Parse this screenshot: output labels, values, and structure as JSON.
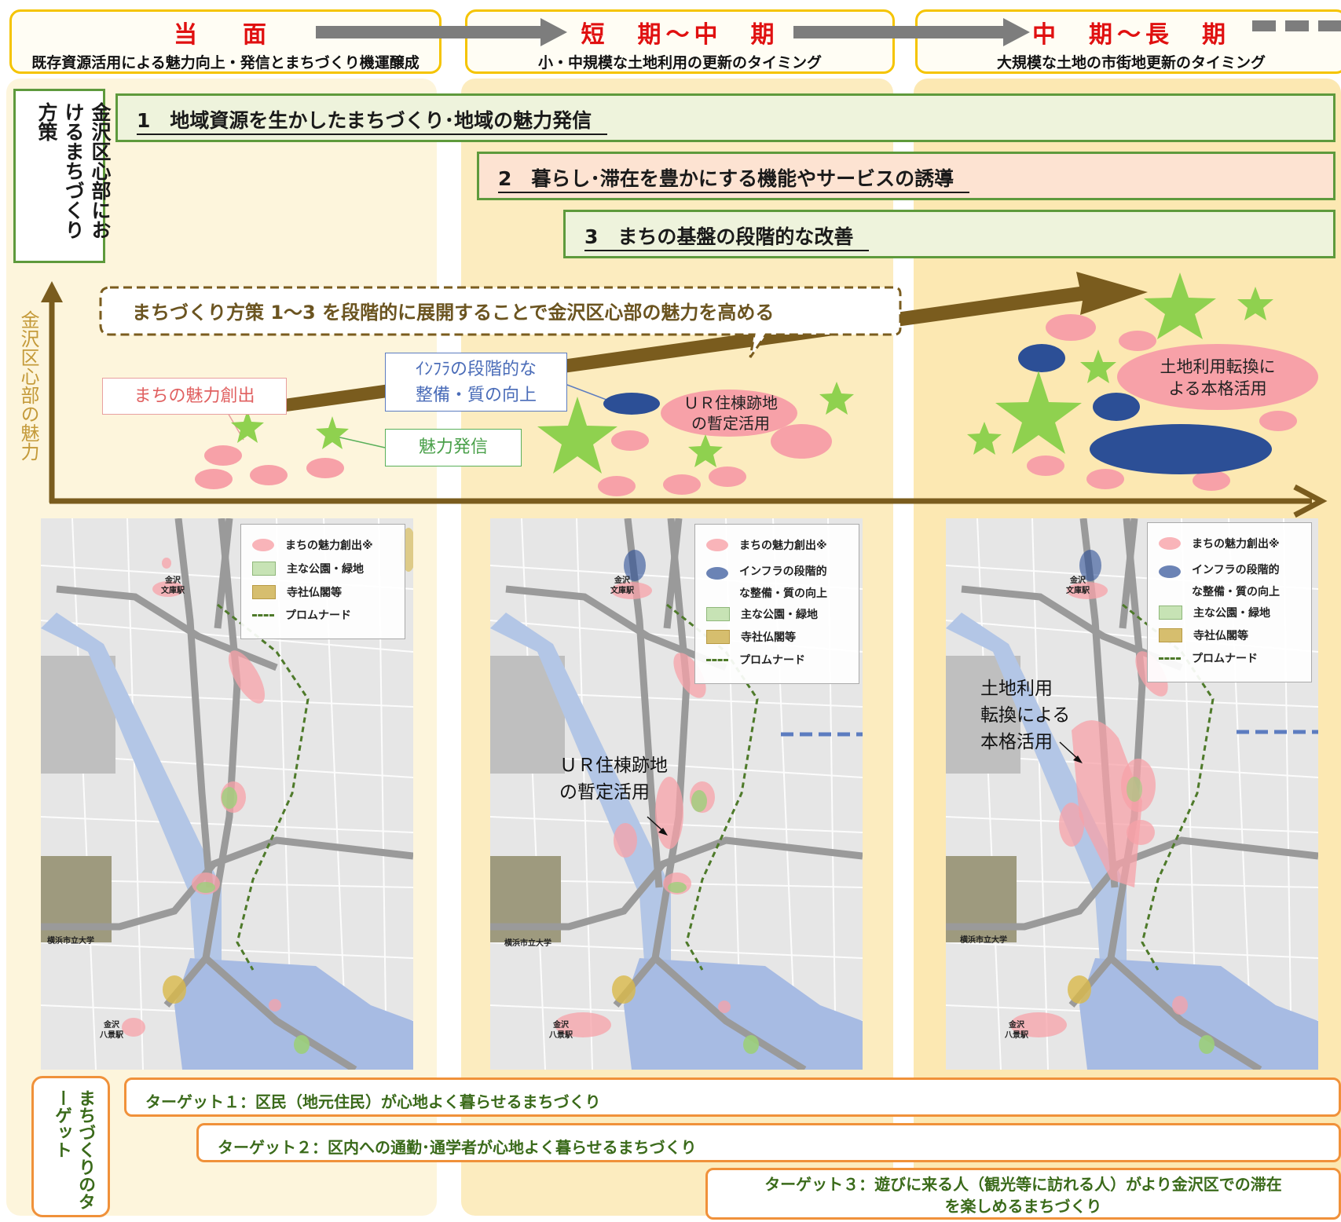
{
  "phases": [
    {
      "title": "当　面",
      "subtitle": "既存資源活用による魅力向上・発信とまちづくり機運醸成"
    },
    {
      "title": "短　期〜中　期",
      "subtitle": "小・中規模な土地利用の更新のタイミング"
    },
    {
      "title": "中　期〜長　期",
      "subtitle": "大規模な土地の市街地更新のタイミング"
    }
  ],
  "policy_header": "金沢区心部におけるまちづくり方策",
  "policies": [
    "1　地域資源を生かしたまちづくり･地域の魅力発信",
    "2　暮らし･滞在を豊かにする機能やサービスの誘導",
    "3　まちの基盤の段階的な改善"
  ],
  "y_axis_label": "金沢区心部の魅力",
  "summary": "まちづくり方策 1〜3 を段階的に展開することで金沢区心部の魅力を高める",
  "diagram_labels": {
    "attraction": "まちの魅力創出",
    "infra_line1": "ｲﾝﾌﾗの段階的な",
    "infra_line2": "整備・質の向上",
    "promo": "魅力発信",
    "ur_line1": "ＵＲ住棟跡地",
    "ur_line2": "の暫定活用",
    "land_line1": "土地利用転換に",
    "land_line2": "よる本格活用"
  },
  "legend": {
    "attraction": "まちの魅力創出※",
    "infra_line1": "インフラの段階的",
    "infra_line2": "な整備・質の向上",
    "parks": "主な公園・緑地",
    "temples": "寺社仏閣等",
    "promenade": "プロムナード"
  },
  "map_labels": {
    "bunko_line1": "金沢",
    "bunko_line2": "文庫駅",
    "hakkei_line1": "金沢",
    "hakkei_line2": "八景駅",
    "univ": "横浜市立大学"
  },
  "map_annotations": {
    "ur_line1": "ＵＲ住棟跡地",
    "ur_line2": "の暫定活用",
    "land_line1": "土地利用",
    "land_line2": "転換による",
    "land_line3": "本格活用"
  },
  "target_header": "まちづくりのターゲット",
  "targets": [
    "ターゲット１：区民（地元住民）が心地よく暮らせるまちづくり",
    "ターゲット２：区内への通勤･通学者が心地よく暮らせるまちづくり",
    "ターゲット３：遊びに来る人（観光等に訪れる人）がより金沢区での滞在",
    "を楽しめるまちづくり"
  ],
  "colors": {
    "phase_border": "#f5c400",
    "phase_title": "#e01010",
    "policy_border": "#5e9a3c",
    "arrow_brown": "#7a5c1e",
    "pink": "#f7a1a8",
    "navy": "#2c4f96",
    "star_green": "#8fd14f",
    "target_border": "#f0913a",
    "column_bg": "#fdf1c8"
  }
}
